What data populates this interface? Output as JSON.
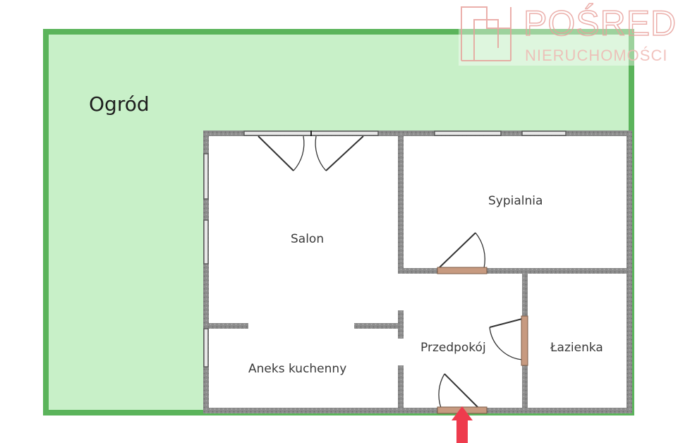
{
  "watermark": {
    "brand": "POŚREDNIK",
    "tagline": "NIERUCHOMOŚCI"
  },
  "rooms": {
    "garden": "Ogród",
    "living": "Salon",
    "bedroom": "Sypialnia",
    "kitchen": "Aneks kuchenny",
    "hall": "Przedpokój",
    "bathroom": "Łazienka"
  },
  "colors": {
    "garden_fill": "#c8f0c8",
    "garden_border": "#5bb45b",
    "wall": "#8a8a8a",
    "door_sill": "#c79a80",
    "entrance_arrow": "#ee3b4d",
    "watermark": "#e9a7a2"
  }
}
